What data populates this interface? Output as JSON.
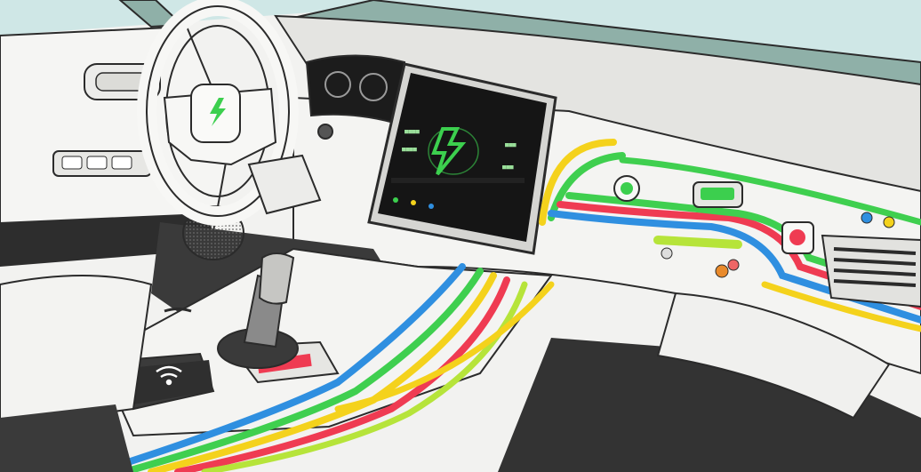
{
  "scene": {
    "subject": "car-interior-line-illustration",
    "colors": {
      "sky": "#cfe7e6",
      "windshield_frame": "#8fb0a8",
      "outline": "#2b2b2b",
      "panel": "#f3f3f1",
      "panel_shade": "#dcdcd8",
      "dark_shadow": "#2d2d2d",
      "screen": "#151515",
      "accent_green": "#3ccf4e",
      "wire_green": "#3fcf4f",
      "wire_yellow": "#f4d21c",
      "wire_blue": "#2f8fe0",
      "wire_red": "#ef3b52",
      "wire_lime": "#b6e43a"
    },
    "icons": [
      "lightning-bolt-icon",
      "wireless-signal-icon",
      "gear-shifter",
      "steering-wheel",
      "speaker-grille",
      "air-vent"
    ]
  }
}
